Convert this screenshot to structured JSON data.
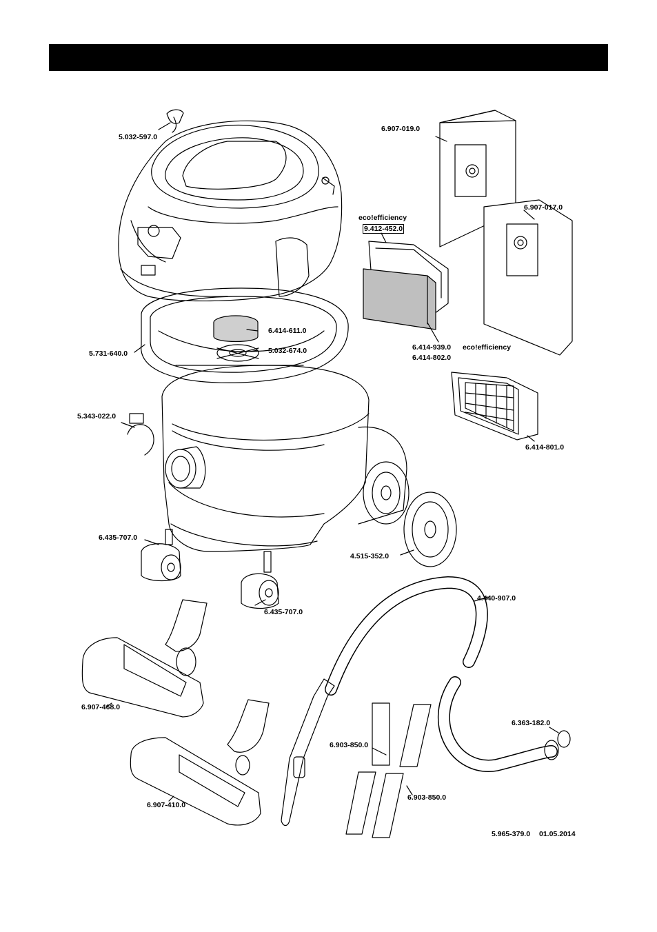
{
  "colors": {
    "ink": "#000000",
    "paper": "#ffffff",
    "filter_gray": "#bfbfbf",
    "header": "#000000"
  },
  "parts": {
    "bag_clip": "5.032-597.0",
    "filter_bags_a": "6.907-019.0",
    "filter_bags_b": "6.907-017.0",
    "eco_label_top": "eco!efficiency",
    "eco_frame": "9.412-452.0",
    "flat_filter": "6.414-939.0",
    "eco_label_side": "eco!efficiency",
    "flat_filter_b": "6.414-802.0",
    "cartridge_filter": "6.414-801.0",
    "float_cap": "6.414-611.0",
    "float_cage": "5.032-674.0",
    "basket": "5.731-640.0",
    "clip": "5.343-022.0",
    "castor_a": "6.435-707.0",
    "castor_b": "6.435-707.0",
    "wheel": "4.515-352.0",
    "hose": "4.440-907.0",
    "oring": "6.363-182.0",
    "tube_a": "6.903-850.0",
    "tube_b": "6.903-850.0",
    "floor_nozzle_a": "6.907-468.0",
    "floor_nozzle_b": "6.907-410.0"
  },
  "footer": {
    "doc_number": "5.965-379.0",
    "date": "01.05.2014"
  }
}
